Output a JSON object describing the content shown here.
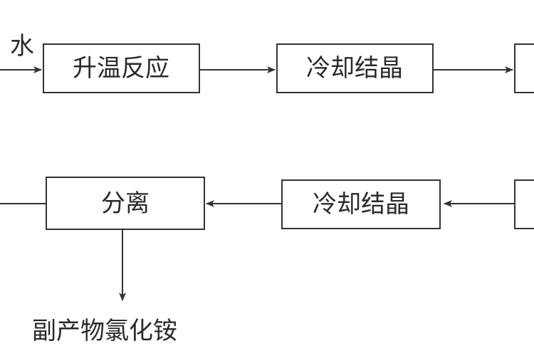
{
  "diagram": {
    "input_label": "水",
    "nodes": {
      "heat_react": "升温反应",
      "cool_crystal_top": "冷却结晶",
      "cool_crystal_bottom": "冷却结晶",
      "separate": "分离"
    },
    "output_label": "副产物氯化铵"
  }
}
